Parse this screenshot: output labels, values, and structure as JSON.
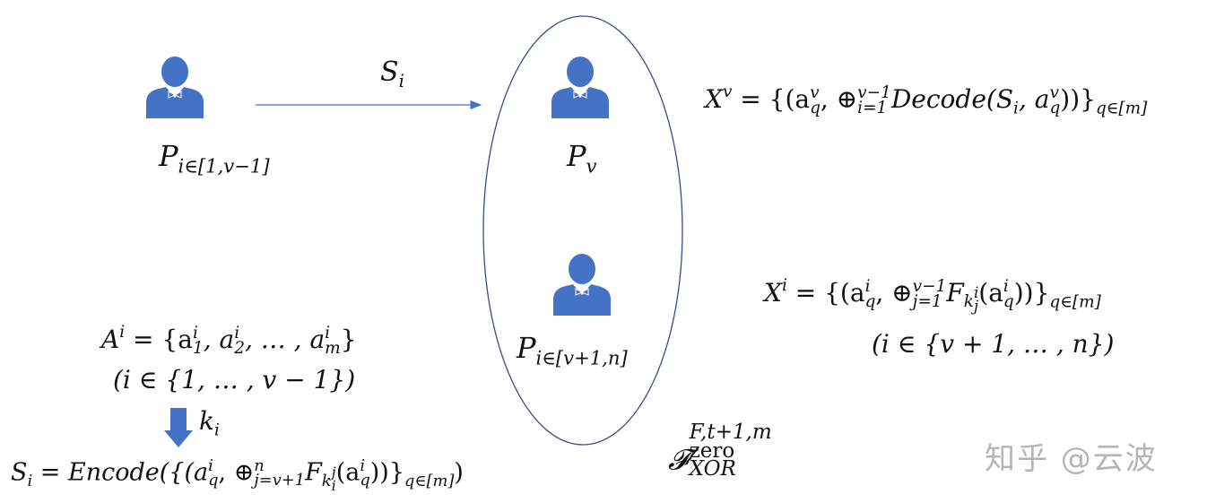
{
  "colors": {
    "person": "#4472C4",
    "arrow": "#4472C4",
    "ellipse": "#2F4F8F",
    "text": "#111111"
  },
  "icons": {
    "person": "user-person-icon"
  },
  "parties": {
    "left": {
      "label_main": "P",
      "label_sub": "i∈[1,v−1]"
    },
    "pv": {
      "label_main": "P",
      "label_sub": "v"
    },
    "rest": {
      "label_main": "P",
      "label_sub": "i∈[v+1,n]"
    }
  },
  "arrow": {
    "label_main": "S",
    "label_sub": "i"
  },
  "equations": {
    "xv": {
      "lhs_main": "X",
      "lhs_sup": "v",
      "body_a": " = {(a",
      "a_sub": "q",
      "a_sup": "v",
      "oplus": ", ⊕",
      "op_sup": "v−1",
      "op_sub": "i=1",
      "tail": "Decode(S",
      "s_sub": "i",
      "tail2": ", a",
      "a2_sub": "q",
      "a2_sup": "v",
      "close": "))}",
      "set_sub": "q∈[m]"
    },
    "xi": {
      "lhs_main": "X",
      "lhs_sup": "i",
      "body_a": " = {(a",
      "a_sub": "q",
      "a_sup": "i",
      "oplus": ", ⊕",
      "op_sup": "v−1",
      "op_sub": "j=1",
      "f": "F",
      "k": "k",
      "k_sup": "i",
      "k_sub": "j",
      "paren": "(a",
      "a2_sub": "q",
      "a2_sup": "i",
      "close": "))}",
      "set_sub": "q∈[m]",
      "range": "(i ∈ {v + 1, … , n})"
    },
    "ai": {
      "lhs_main": "A",
      "lhs_sup": "i",
      "body": " = {a",
      "a1_sub": "1",
      "a1_sup": "i",
      "comma1": ", a",
      "a2_sub": "2",
      "a2_sup": "i",
      "dots": ", … , a",
      "am_sub": "m",
      "am_sup": "i",
      "close": "}",
      "range": "(i ∈ {1, … , v − 1})"
    },
    "ki": {
      "main": "k",
      "sub": "i"
    },
    "si": {
      "lhs_main": "S",
      "lhs_sub": "i",
      "body": " = Encode({(a",
      "a_sub": "q",
      "a_sup": "i",
      "oplus": ", ⊕",
      "op_sup": "n",
      "op_sub": "j=v+1",
      "f": "F",
      "k": "k",
      "k_sup": "j",
      "k_sub": "i",
      "paren": "(a",
      "a2_sub": "q",
      "a2_sup": "i",
      "close": "))}",
      "set_sub": "q∈[m]",
      "end": ")"
    },
    "func": {
      "main": "𝓕",
      "sup": "F,t+1,m",
      "sub_rm": "zero",
      "sub_it": "XOR"
    }
  },
  "watermark": "知乎 @云波"
}
